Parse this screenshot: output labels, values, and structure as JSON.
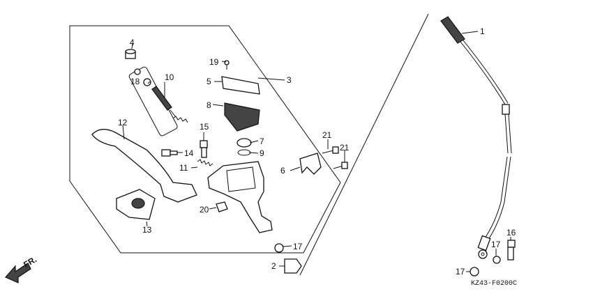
{
  "diagram": {
    "code": "KZ43-F0200C",
    "direction_label": "FR.",
    "callouts": [
      {
        "id": "c1",
        "text": "1"
      },
      {
        "id": "c2",
        "text": "2"
      },
      {
        "id": "c3",
        "text": "3"
      },
      {
        "id": "c4",
        "text": "4"
      },
      {
        "id": "c5",
        "text": "5"
      },
      {
        "id": "c6",
        "text": "6"
      },
      {
        "id": "c7",
        "text": "7"
      },
      {
        "id": "c8",
        "text": "8"
      },
      {
        "id": "c9",
        "text": "9"
      },
      {
        "id": "c10",
        "text": "10"
      },
      {
        "id": "c11",
        "text": "11"
      },
      {
        "id": "c12",
        "text": "12"
      },
      {
        "id": "c13",
        "text": "13"
      },
      {
        "id": "c14",
        "text": "14"
      },
      {
        "id": "c15",
        "text": "15"
      },
      {
        "id": "c16",
        "text": "16"
      },
      {
        "id": "c17a",
        "text": "17"
      },
      {
        "id": "c17b",
        "text": "17"
      },
      {
        "id": "c17c",
        "text": "17"
      },
      {
        "id": "c18",
        "text": "18"
      },
      {
        "id": "c19",
        "text": "19"
      },
      {
        "id": "c20",
        "text": "20"
      },
      {
        "id": "c21a",
        "text": "21"
      },
      {
        "id": "c21b",
        "text": "21"
      }
    ]
  }
}
